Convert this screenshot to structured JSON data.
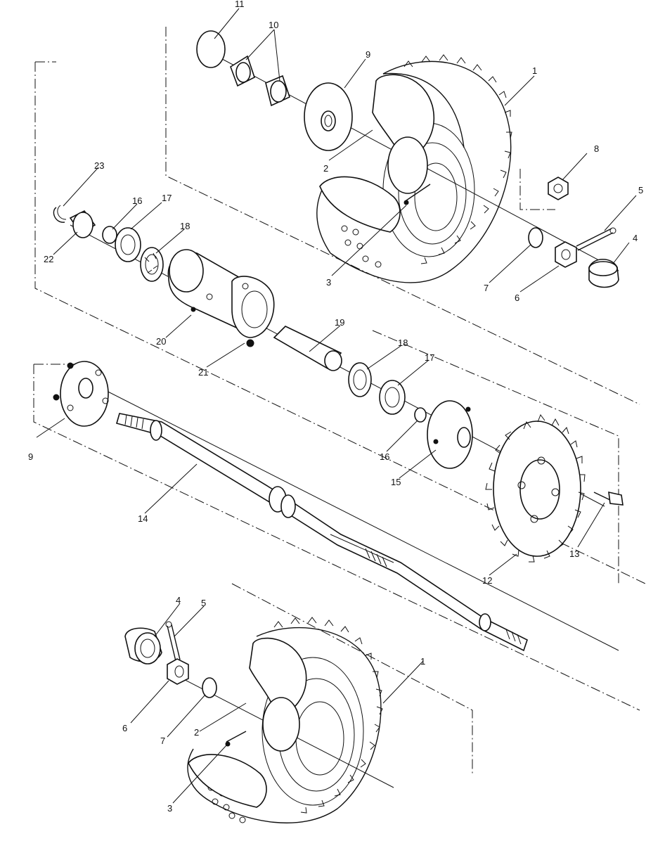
{
  "callouts": {
    "c1_top": "1",
    "c2_top": "2",
    "c3_top": "3",
    "c4_top": "4",
    "c5_top": "5",
    "c6_top": "6",
    "c7_top": "7",
    "c8": "8",
    "c9_top": "9",
    "c10": "10",
    "c11": "11",
    "c12": "12",
    "c13": "13",
    "c14": "14",
    "c15": "15",
    "c16_left": "16",
    "c16_right": "16",
    "c17_left": "17",
    "c17_right": "17",
    "c18_left": "18",
    "c18_right": "18",
    "c19": "19",
    "c20": "20",
    "c21": "21",
    "c22": "22",
    "c23": "23",
    "c9_left": "9",
    "c4_bot": "4",
    "c5_bot": "5",
    "c6_bot": "6",
    "c7_bot": "7",
    "c2_bot": "2",
    "c3_bot": "3",
    "c1_bot": "1"
  },
  "colors": {
    "ink": "#111111",
    "paper": "#ffffff",
    "shade": "#e6e6e6"
  }
}
